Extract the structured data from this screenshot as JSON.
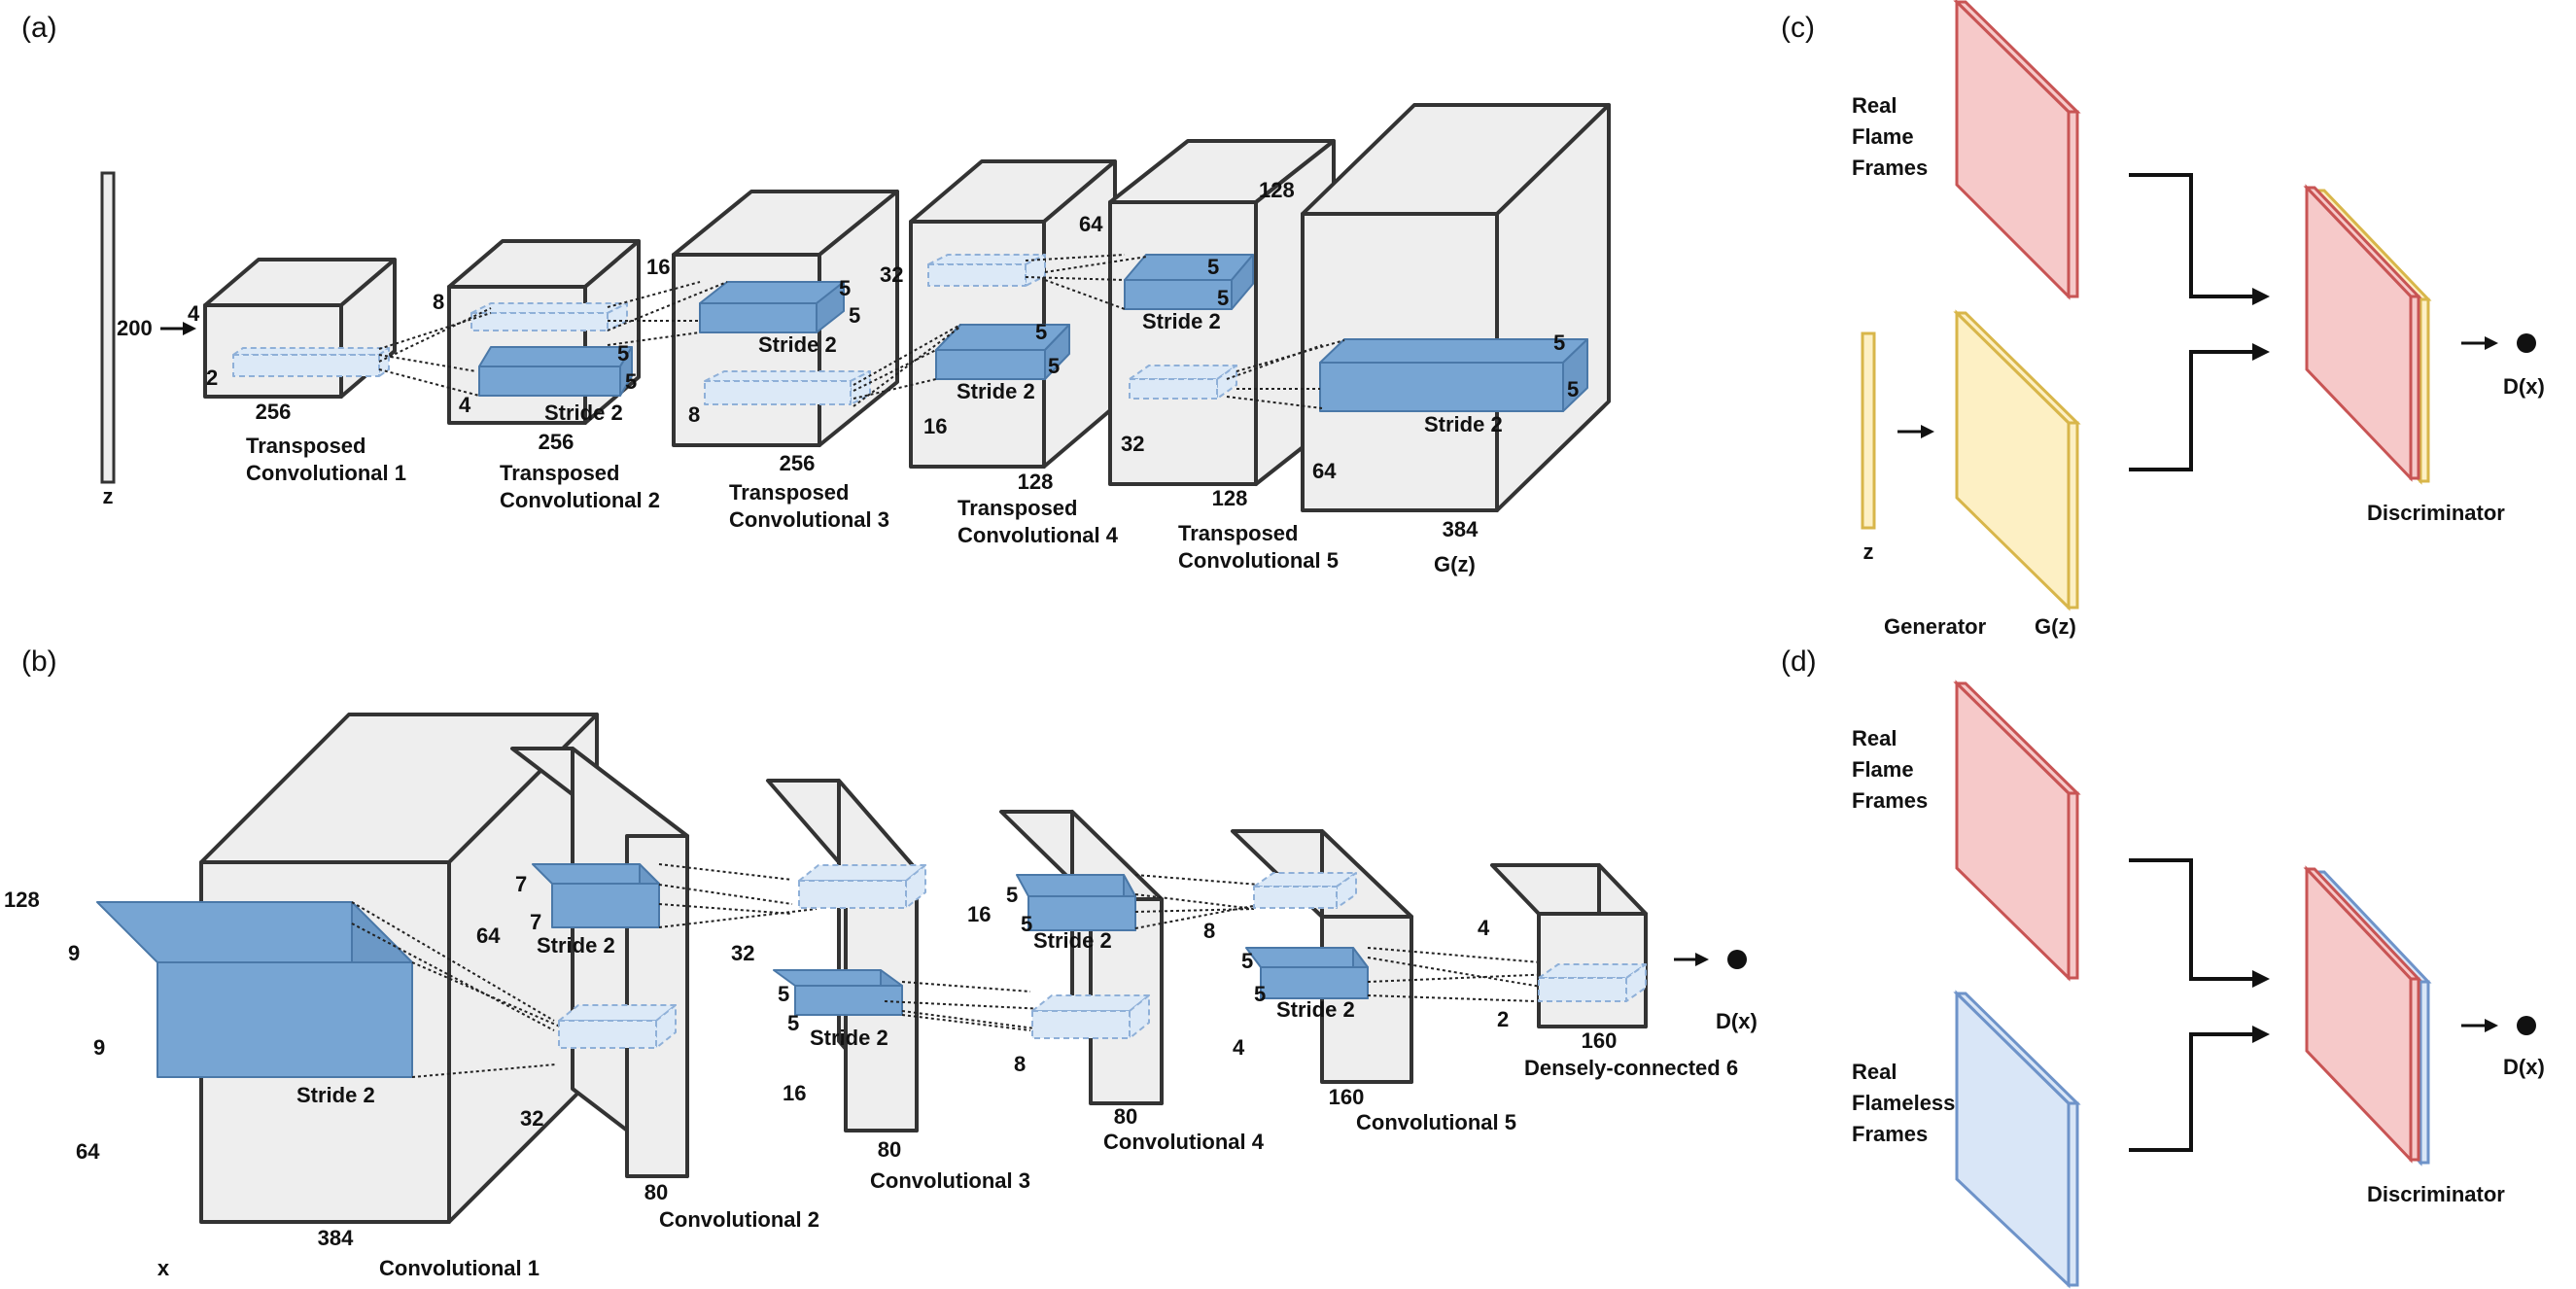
{
  "panels": {
    "a": "(a)",
    "b": "(b)",
    "c": "(c)",
    "d": "(d)"
  },
  "a": {
    "z": "z",
    "n200": "200",
    "l1": {
      "d4": "4",
      "d2": "2",
      "d256": "256",
      "t1": "Transposed",
      "t2": "Convolutional 1"
    },
    "l2": {
      "d8": "8",
      "d4": "4",
      "d256": "256",
      "k5a": "5",
      "k5b": "5",
      "stride": "Stride 2",
      "t1": "Transposed",
      "t2": "Convolutional 2"
    },
    "l3": {
      "d16": "16",
      "d8": "8",
      "d256": "256",
      "k5a": "5",
      "k5b": "5",
      "stride": "Stride 2",
      "t1": "Transposed",
      "t2": "Convolutional 3"
    },
    "l4": {
      "d32": "32",
      "d16": "16",
      "d128": "128",
      "k5a": "5",
      "k5b": "5",
      "stride": "Stride 2",
      "t1": "Transposed",
      "t2": "Convolutional 4"
    },
    "l5": {
      "d64": "64",
      "d32": "32",
      "d128": "128",
      "k5a": "5",
      "k5b": "5",
      "stride": "Stride 2",
      "t1": "Transposed",
      "t2": "Convolutional 5"
    },
    "out": {
      "d128": "128",
      "d64": "64",
      "d384": "384",
      "k5a": "5",
      "k5b": "5",
      "stride": "Stride 2",
      "label": "G(z)"
    }
  },
  "b": {
    "c1": {
      "d128": "128",
      "d64": "64",
      "d384": "384",
      "k9a": "9",
      "k9b": "9",
      "stride": "Stride 2",
      "x": "x",
      "label": "Convolutional 1"
    },
    "c2": {
      "d64": "64",
      "d32": "32",
      "d80": "80",
      "k7a": "7",
      "k7b": "7",
      "stride": "Stride 2",
      "label": "Convolutional 2"
    },
    "c3": {
      "d32": "32",
      "d16": "16",
      "d80": "80",
      "k5a": "5",
      "k5b": "5",
      "stride": "Stride 2",
      "label": "Convolutional 3"
    },
    "c4": {
      "d16": "16",
      "d8": "8",
      "d80": "80",
      "k5a": "5",
      "k5b": "5",
      "stride": "Stride 2",
      "label": "Convolutional 4"
    },
    "c5": {
      "d8": "8",
      "d4": "4",
      "d160": "160",
      "k5a": "5",
      "k5b": "5",
      "stride": "Stride 2",
      "label": "Convolutional 5"
    },
    "c6": {
      "d4": "4",
      "d2": "2",
      "d160": "160",
      "label": "Densely-connected 6"
    },
    "out": "D(x)"
  },
  "c": {
    "real1": "Real",
    "real2": "Flame",
    "real3": "Frames",
    "z": "z",
    "generator": "Generator",
    "gz": "G(z)",
    "discriminator": "Discriminator",
    "dx": "D(x)"
  },
  "d": {
    "real1": "Real",
    "real2": "Flame",
    "real3": "Frames",
    "less1": "Real",
    "less2": "Flameless",
    "less3": "Frames",
    "discriminator": "Discriminator",
    "dx": "D(x)"
  },
  "colors": {
    "face": "#eeeeee",
    "edge": "#333333",
    "kernel": "#77a5d3",
    "kernel_edge": "#4a78a8",
    "ghost": "#dce9f7",
    "red_fill": "#f6c9c9",
    "red_edge": "#c85454",
    "yellow_fill": "#fdf0c4",
    "yellow_edge": "#d8b64a",
    "blue_fill": "#d9e6f7",
    "blue_edge": "#6e93c9"
  }
}
